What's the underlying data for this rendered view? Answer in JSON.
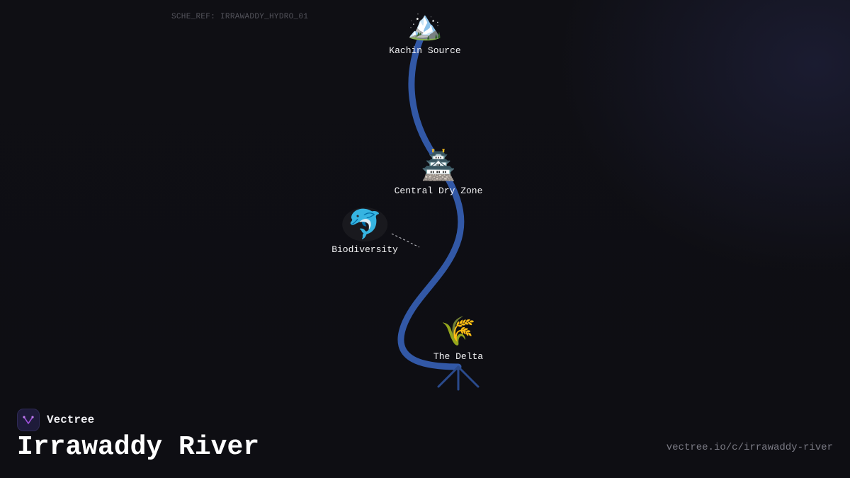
{
  "reference_code": "SCHE_REF: IRRAWADDY_HYDRO_01",
  "nodes": [
    {
      "label": "Kachin Source",
      "icon": "mountain-icon",
      "glyph": "🏔️"
    },
    {
      "label": "Central Dry Zone",
      "icon": "pagoda-icon",
      "glyph": "🏯"
    },
    {
      "label": "Biodiversity",
      "icon": "dolphin-icon",
      "glyph": "🐬"
    },
    {
      "label": "The Delta",
      "icon": "rice-icon",
      "glyph": "🌾"
    }
  ],
  "brand": {
    "name": "Vectree"
  },
  "title": "Irrawaddy River",
  "source_url": "vectree.io/c/irrawaddy-river",
  "colors": {
    "river": "#3258a6",
    "delta_branches": "#2a4a8c",
    "background": "#0e0e13",
    "brand_accent": "#9b4fd6"
  }
}
